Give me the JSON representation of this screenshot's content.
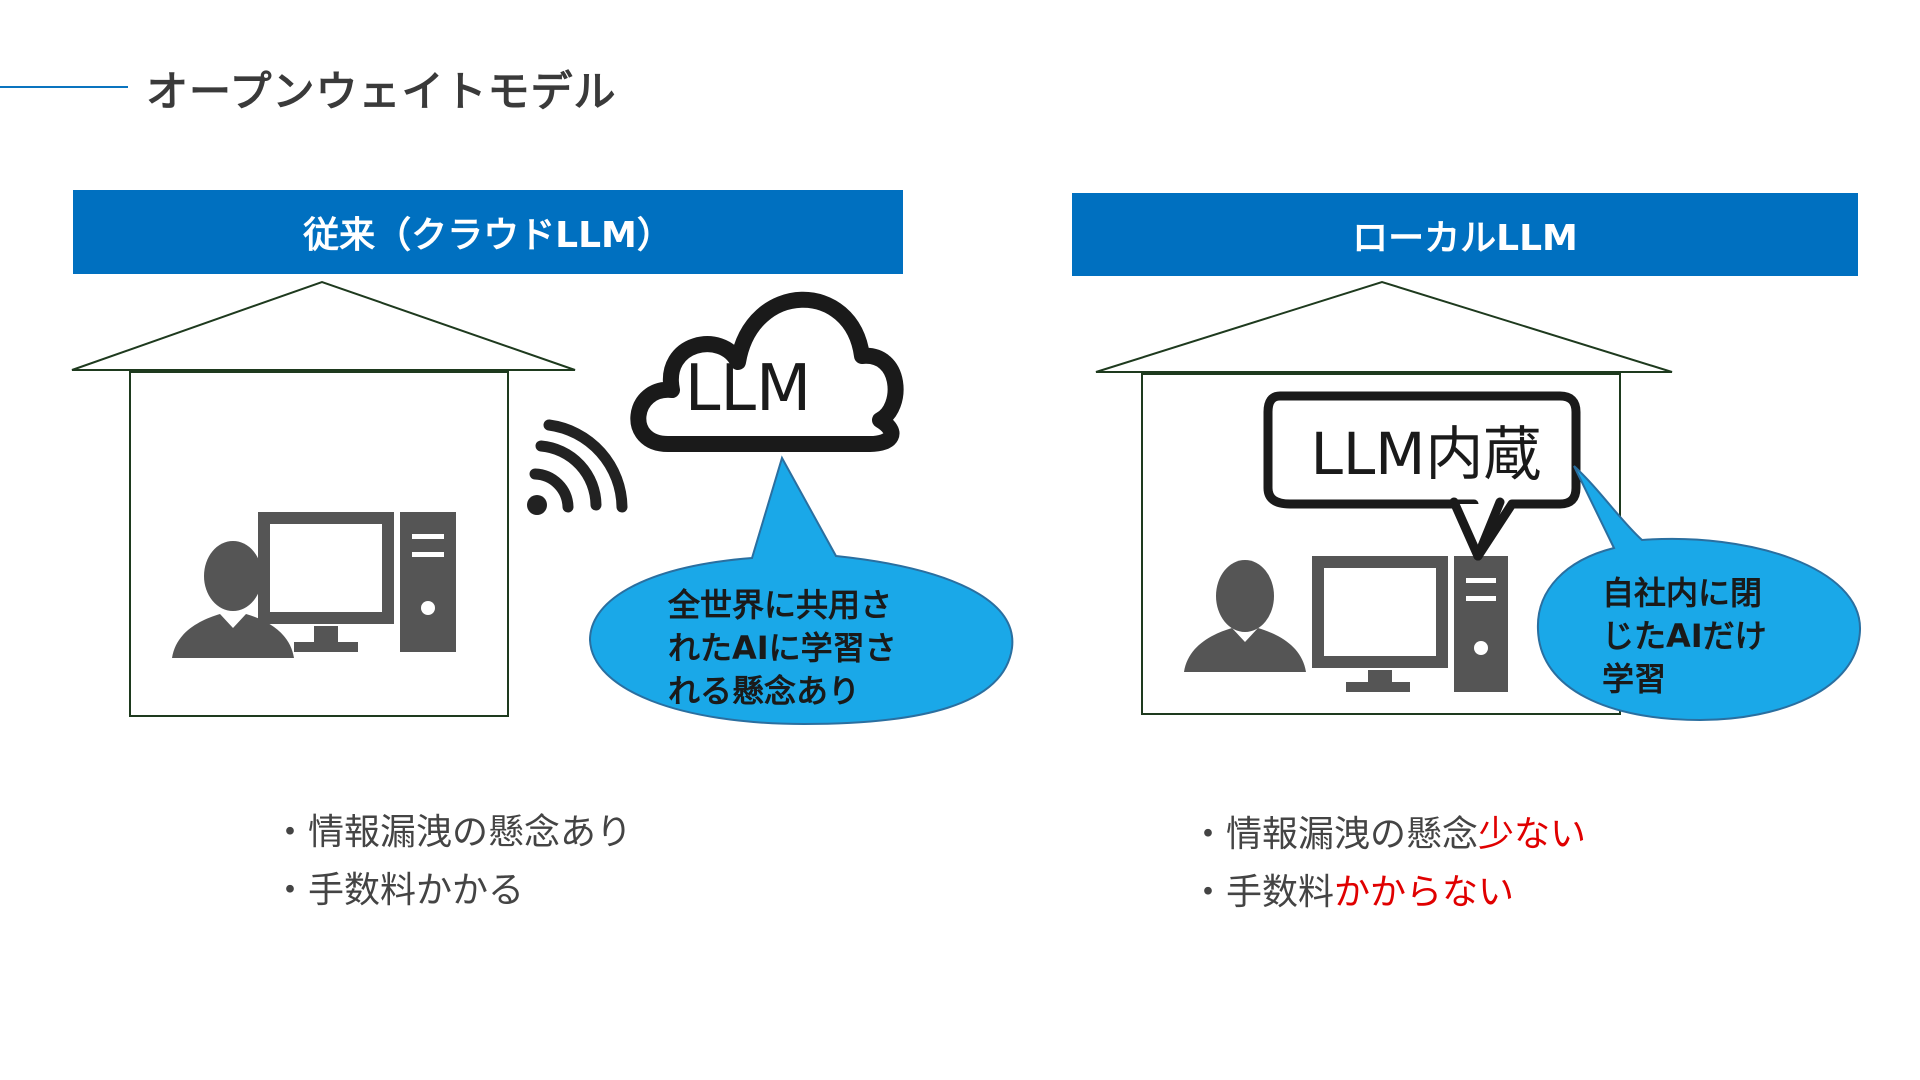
{
  "page": {
    "title": "オープンウェイトモデル"
  },
  "left_panel": {
    "header": "従来（クラウドLLM）",
    "cloud_label": "LLM",
    "bubble_text": "全世界に共用さ\nれたAIに学習さ\nれる懸念あり",
    "bullets": [
      {
        "prefix": "・",
        "text": "情報漏洩の懸念あり",
        "highlight": ""
      },
      {
        "prefix": "・",
        "text": "手数料かかる",
        "highlight": ""
      }
    ]
  },
  "right_panel": {
    "header": "ローカルLLM",
    "box_label": "LLM内蔵",
    "bubble_text": "自社内に閉\nじたAIだけ\n学習",
    "bullets": [
      {
        "prefix": "・",
        "text": "情報漏洩の懸念",
        "highlight": "少ない"
      },
      {
        "prefix": "・",
        "text": "手数料",
        "highlight": "かからない"
      }
    ]
  },
  "icons": [
    "house-icon",
    "user-silhouette-icon",
    "desktop-computer-icon",
    "wifi-signal-icon",
    "cloud-icon",
    "speech-bubble-icon"
  ],
  "colors": {
    "header_blue": "#0070c0",
    "bubble_blue": "#1aa8e8",
    "icon_gray": "#555555",
    "highlight_red": "#e00000",
    "house_outline": "#1e3a1e"
  }
}
